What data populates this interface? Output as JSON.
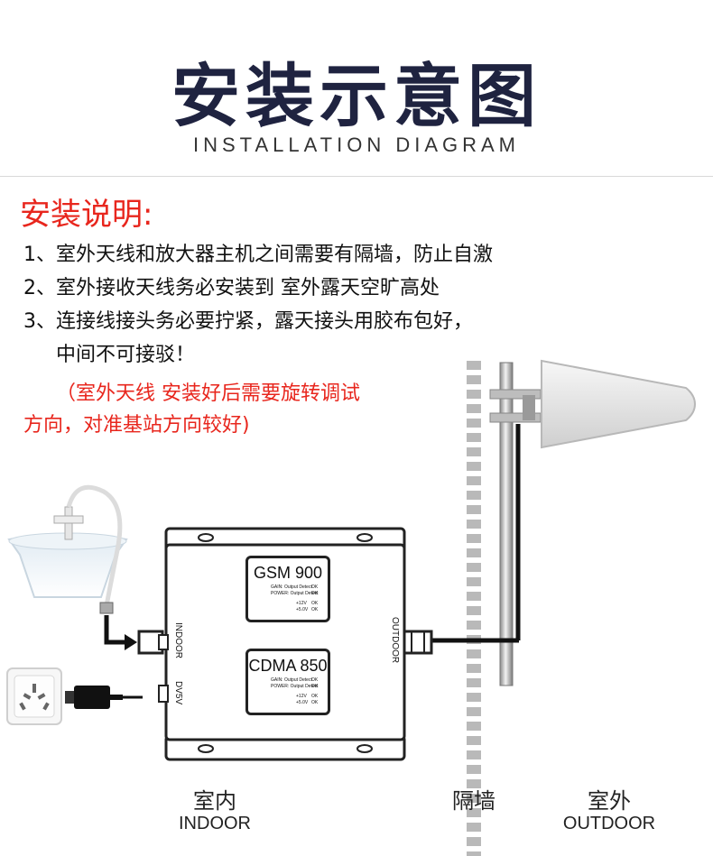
{
  "header": {
    "title": "安装示意图",
    "subtitle": "INSTALLATION DIAGRAM"
  },
  "instructions": {
    "heading": "安装说明:",
    "items": [
      "1、室外天线和放大器主机之间需要有隔墙，防止自激",
      "2、室外接收天线务必安装到 室外露天空旷高处",
      "3、连接线接头务必要拧紧，露天接头用胶布包好，",
      "中间不可接驳！"
    ],
    "note_line1": "（室外天线 安装好后需要旋转调试",
    "note_line2": "方向，对准基站方向较好)"
  },
  "device": {
    "indoor_port": "INDOOR",
    "outdoor_port": "OUTDOOR",
    "power_port": "DV5V",
    "band1": {
      "name": "GSM 900",
      "gain": "GAIN: Output Detect",
      "power": "POWER: Output Detect",
      "status1": "OK",
      "status2": "OK",
      "v12": "+12V",
      "v5": "+5.0V",
      "ok3": "OK",
      "ok4": "OK"
    },
    "band2": {
      "name": "CDMA 850",
      "gain": "GAIN: Output Detect",
      "power": "POWER: Output Detect",
      "status1": "OK",
      "status2": "OK",
      "v12": "+12V",
      "v5": "+5.0V",
      "ok3": "OK",
      "ok4": "OK"
    }
  },
  "labels": {
    "indoor_cn": "室内",
    "indoor_en": "INDOOR",
    "wall_cn": "隔墙",
    "outdoor_cn": "室外",
    "outdoor_en": "OUTDOOR"
  }
}
